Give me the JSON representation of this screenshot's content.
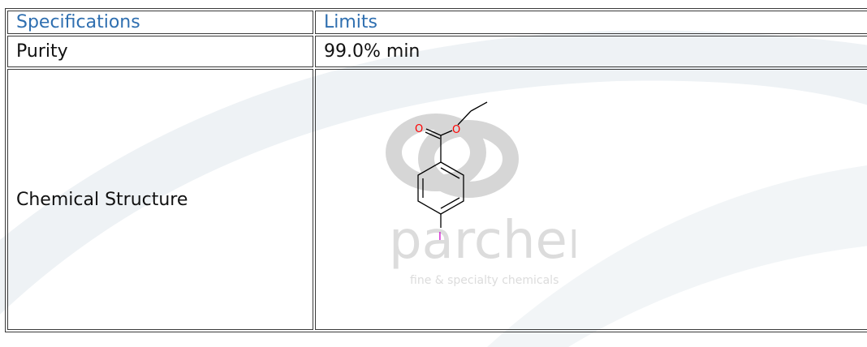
{
  "table": {
    "header": {
      "spec": "Specifications",
      "limits": "Limits"
    },
    "rows": [
      {
        "spec": "Purity",
        "limit": "99.0% min"
      },
      {
        "spec": "Chemical Structure",
        "limit": ""
      }
    ]
  },
  "structure": {
    "atom_o_carbonyl": "O",
    "atom_o_ester": "O",
    "atom_iodine": "I"
  },
  "watermark": {
    "brand": "parchem",
    "tagline": "fine & specialty chemicals"
  },
  "colors": {
    "header_text": "#2f6fb0",
    "border": "#3a3a3a",
    "oxygen": "#ff0000",
    "iodine": "#cc00cc"
  }
}
